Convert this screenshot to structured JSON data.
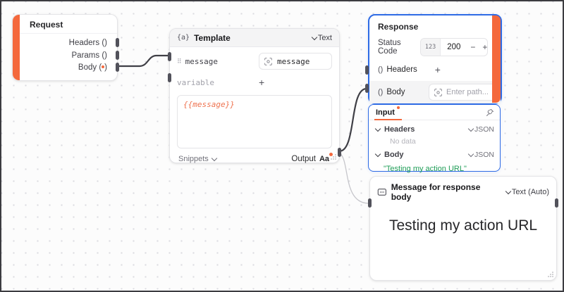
{
  "colors": {
    "accent_orange": "#f4683c",
    "selection_blue": "#2e6be5",
    "wire_primary": "#3f3f46",
    "wire_secondary": "#c6c6cb",
    "value_green": "#1f9d57",
    "node_border": "#e4e4e7"
  },
  "icons": {
    "drag_handle": "⠿",
    "plus": "+",
    "minus": "−",
    "braces_a": "{a}"
  },
  "request_node": {
    "title": "Request",
    "ports": [
      {
        "label": "Headers ()"
      },
      {
        "label": "Params ()"
      },
      {
        "label_open": "Body (",
        "label_close": ")"
      }
    ]
  },
  "template_node": {
    "title": "Template",
    "type_label": "Text",
    "param_name": "message",
    "param_value": "message",
    "variable_label": "variable",
    "textarea_value": "{{message}}",
    "snippets_label": "Snippets",
    "output_label": "Output",
    "output_badge": "Aa"
  },
  "response_node": {
    "title": "Response",
    "status_label": "Status Code",
    "status_badge": "123",
    "status_value": "200",
    "headers_prefix": "()",
    "headers_label": "Headers",
    "body_prefix": "()",
    "body_label": "Body",
    "body_placeholder": "Enter path..."
  },
  "input_panel": {
    "tab_label": "Input",
    "sections": [
      {
        "label": "Headers",
        "type": "JSON",
        "empty": "No data"
      },
      {
        "label": "Body",
        "type": "JSON",
        "value": "\"Testing my action URL\""
      }
    ]
  },
  "message_node": {
    "title": "Message for response body",
    "type_label": "Text (Auto)",
    "content": "Testing my action URL"
  }
}
